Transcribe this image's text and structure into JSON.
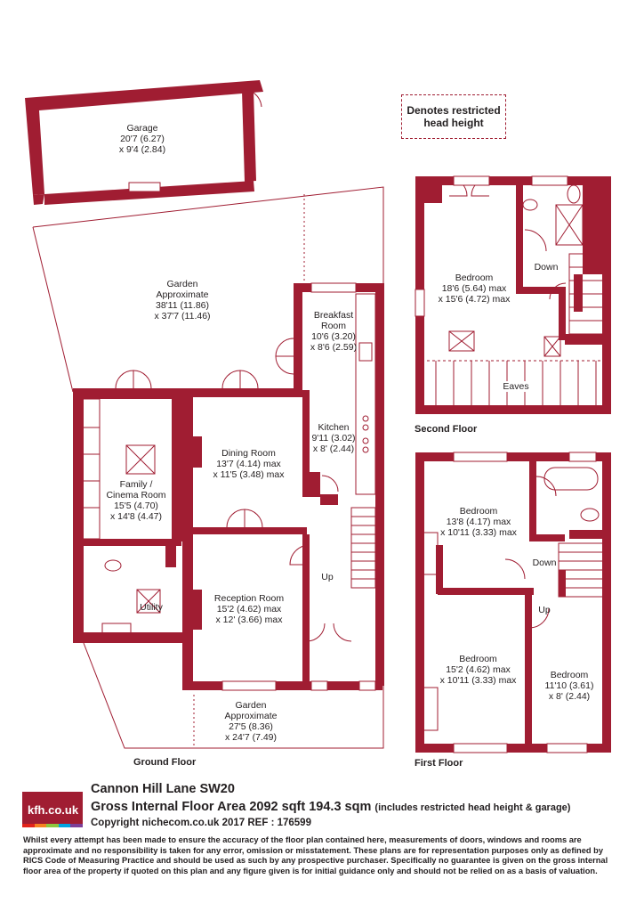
{
  "legend": {
    "line1": "Denotes restricted",
    "line2": "head height"
  },
  "rooms": {
    "garage": {
      "name": "Garage",
      "dim1": "20'7 (6.27)",
      "dim2": "x 9'4 (2.84)"
    },
    "garden_top": {
      "name": "Garden",
      "name2": "Approximate",
      "dim1": "38'11 (11.86)",
      "dim2": "x 37'7 (11.46)"
    },
    "breakfast": {
      "name": "Breakfast",
      "name2": "Room",
      "dim1": "10'6 (3.20)",
      "dim2": "x 8'6 (2.59)"
    },
    "kitchen": {
      "name": "Kitchen",
      "dim1": "9'11 (3.02)",
      "dim2": "x 8' (2.44)"
    },
    "dining": {
      "name": "Dining Room",
      "dim1": "13'7 (4.14) max",
      "dim2": "x 11'5 (3.48) max"
    },
    "family": {
      "name": "Family /",
      "name2": "Cinema Room",
      "dim1": "15'5 (4.70)",
      "dim2": "x 14'8 (4.47)"
    },
    "utility": {
      "name": "Utility"
    },
    "reception": {
      "name": "Reception Room",
      "dim1": "15'2 (4.62) max",
      "dim2": "x 12' (3.66) max"
    },
    "garden_bottom": {
      "name": "Garden",
      "name2": "Approximate",
      "dim1": "27'5 (8.36)",
      "dim2": "x 24'7 (7.49)"
    },
    "up_ground": "Up",
    "bed_second": {
      "name": "Bedroom",
      "dim1": "18'6 (5.64) max",
      "dim2": "x 15'6 (4.72) max"
    },
    "down_second": "Down",
    "eaves": "Eaves",
    "bed_first_1": {
      "name": "Bedroom",
      "dim1": "13'8 (4.17) max",
      "dim2": "x 10'11 (3.33) max"
    },
    "down_first": "Down",
    "up_first": "Up",
    "bed_first_2": {
      "name": "Bedroom",
      "dim1": "15'2 (4.62) max",
      "dim2": "x 10'11 (3.33) max"
    },
    "bed_first_3": {
      "name": "Bedroom",
      "dim1": "11'10 (3.61)",
      "dim2": "x 8' (2.44)"
    }
  },
  "floors": {
    "ground": "Ground Floor",
    "first": "First Floor",
    "second": "Second Floor"
  },
  "footer": {
    "logo": "kfh.co.uk",
    "logo_bars": [
      "#e2231a",
      "#f58220",
      "#8dc63f",
      "#00a3e0",
      "#7d3f98"
    ],
    "address": "Cannon Hill Lane  SW20",
    "area": "Gross Internal Floor Area 2092 sqft 194.3 sqm",
    "area_note": "(includes restricted head height & garage)",
    "ref": "Copyright nichecom.co.uk 2017 REF : 176599",
    "disclaimer": "Whilst every attempt has been made to ensure the accuracy of the floor plan contained here, measurements of doors, windows and rooms are approximate and no responsibility is taken for any error, omission or misstatement.  These plans are for representation purposes only as defined by RICS Code of Measuring Practice and should be used as such by any prospective purchaser.  Specifically no guarantee is given on the gross internal floor area of the property if quoted on this plan and any figure given is for initial guidance only and should not be relied on as a basis of valuation."
  },
  "colors": {
    "wall": "#a01d32",
    "line": "#a01d32"
  }
}
